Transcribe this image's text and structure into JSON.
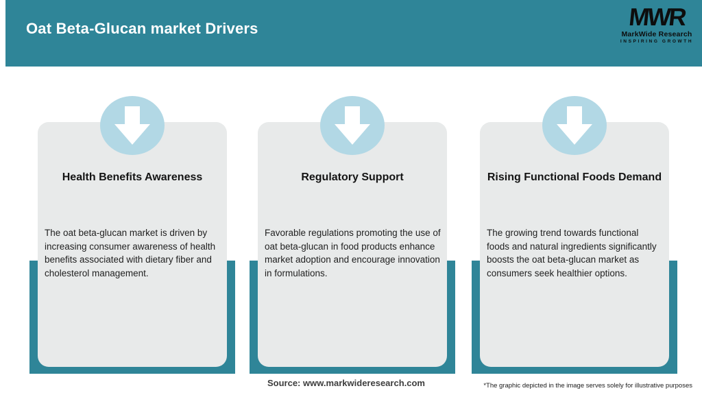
{
  "header": {
    "title": "Oat Beta-Glucan market Drivers",
    "logo": {
      "mark": "MWR",
      "name": "MarkWide Research",
      "tagline": "INSPIRING GROWTH"
    }
  },
  "cards": [
    {
      "icon": "down-arrow-icon",
      "title": "Health Benefits Awareness",
      "description": "The oat beta-glucan market is driven by increasing consumer awareness of health benefits associated with dietary fiber and cholesterol management."
    },
    {
      "icon": "down-arrow-icon",
      "title": "Regulatory Support",
      "description": "Favorable regulations promoting the use of oat beta-glucan in food products enhance market adoption and encourage innovation in formulations."
    },
    {
      "icon": "down-arrow-icon",
      "title": "Rising Functional Foods Demand",
      "description": "The growing trend towards functional foods and natural ingredients significantly boosts the oat beta-glucan market as consumers seek healthier options."
    }
  ],
  "footer": {
    "source": "Source: www.markwideresearch.com",
    "disclaimer": "*The graphic depicted in the image serves solely for illustrative purposes"
  },
  "colors": {
    "teal": "#2F8598",
    "circle_blue": "#B2D8E5",
    "card_gray": "#E8EAEA",
    "title_white": "#FFFFFF",
    "logo_black": "#0D0D0D"
  }
}
